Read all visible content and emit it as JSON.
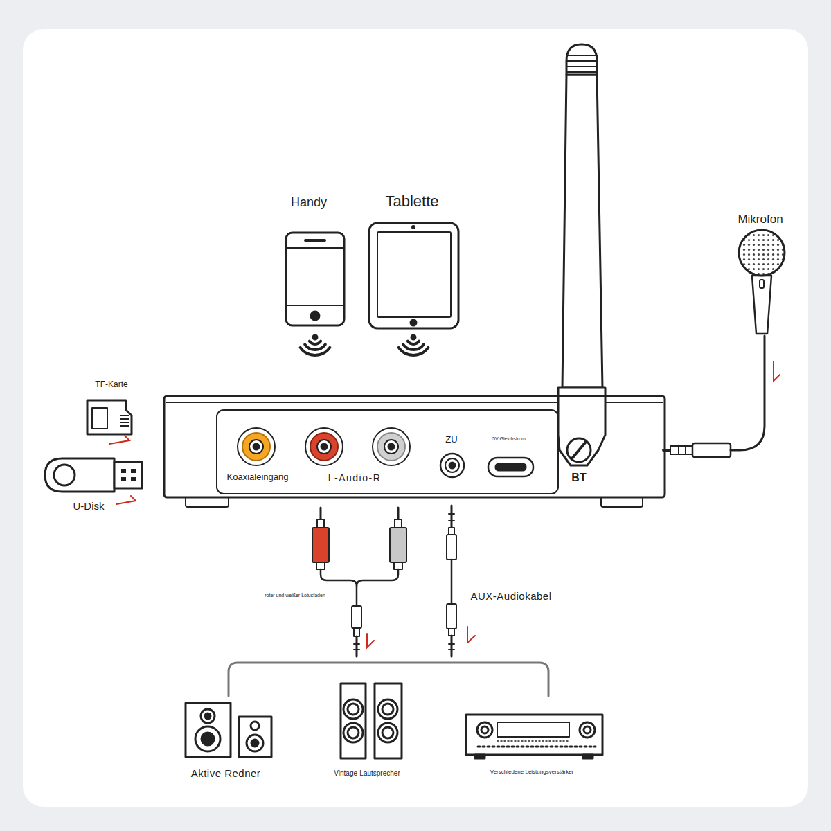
{
  "diagram": {
    "labels": [
      "Handy",
      "Tablette",
      "Mikrofon",
      "TF-Karte",
      "ZU",
      "5V Gleichstrom",
      "Koaxialeingang",
      "L-Audio-R",
      "BT",
      "U-Disk",
      "roter und weißer Lotusfaden",
      "AUX-Audiokabel",
      "Aktive Redner",
      "Vintage-Lautsprecher",
      "Verschiedene Leistungsverstärker"
    ]
  }
}
